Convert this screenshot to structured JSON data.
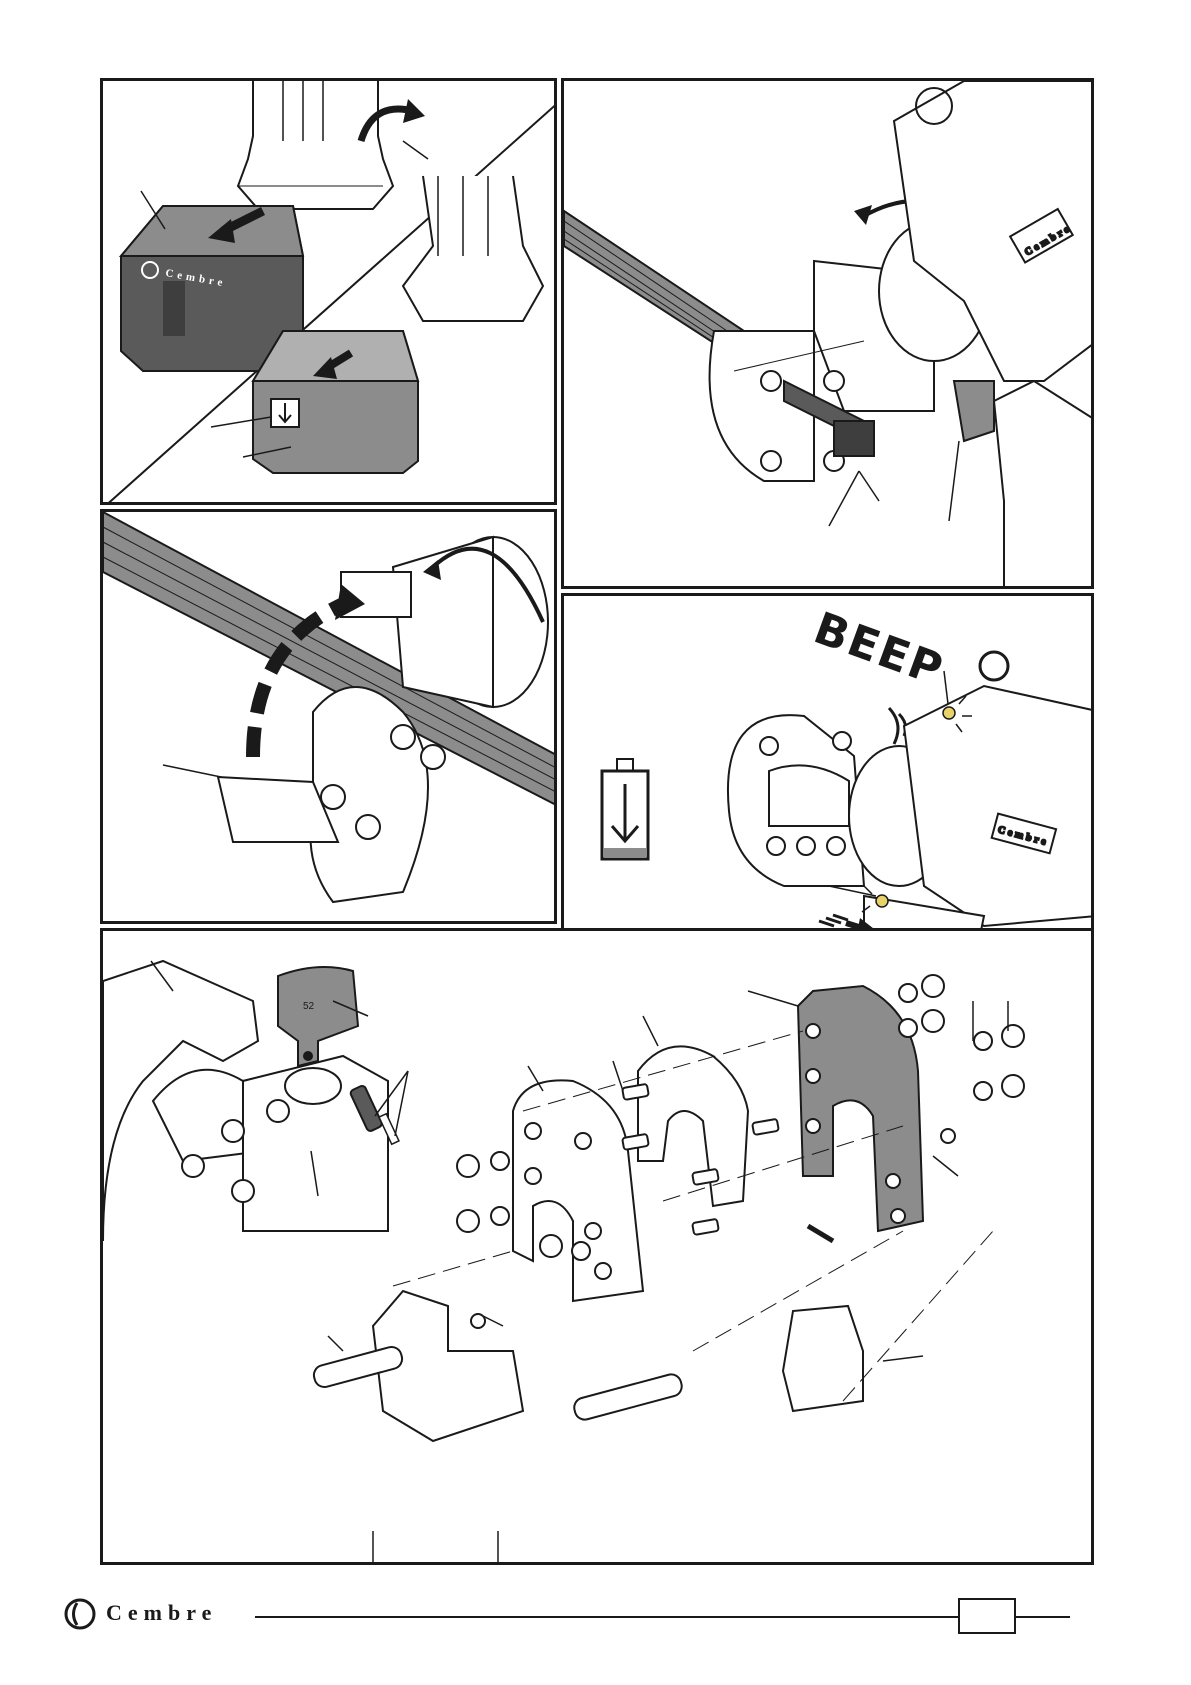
{
  "brand": {
    "name": "Cembre",
    "logo_icon": "cembre-logo-icon"
  },
  "panels": {
    "battery": {
      "name": "battery-replacement-panel"
    },
    "rotating_head": {
      "name": "rotating-head-panel"
    },
    "open_head": {
      "name": "open-head-panel"
    },
    "low_battery": {
      "name": "low-battery-panel",
      "sound_text": "BEEP",
      "icon": "battery-low-icon"
    },
    "disassembly": {
      "name": "head-disassembly-panel",
      "die_marking": "52"
    }
  },
  "colors": {
    "line": "#1a1a1a",
    "shade_dark": "#5a5a5a",
    "shade_mid": "#8c8c8c",
    "shade_light": "#c8c8c8",
    "led": "#e8d36a"
  }
}
